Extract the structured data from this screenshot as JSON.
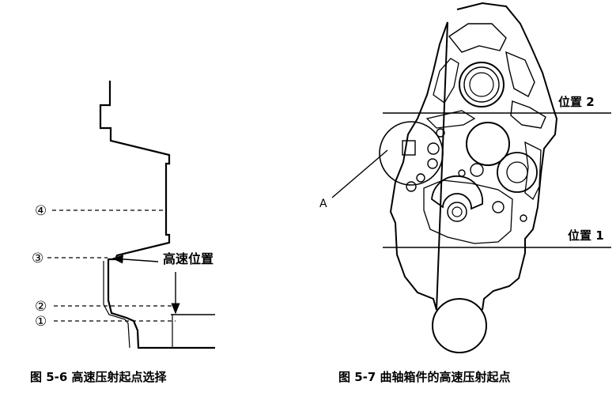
{
  "figure_left": {
    "caption": "图 5-6  高速压射起点选择",
    "markers": [
      "④",
      "③",
      "②",
      "①"
    ],
    "label_high_speed_position": "高速位置"
  },
  "figure_right": {
    "caption": "图 5-7  曲轴箱件的高速压射起点",
    "label_position_2": "位置 2",
    "label_position_1": "位置 1",
    "label_a": "A"
  }
}
